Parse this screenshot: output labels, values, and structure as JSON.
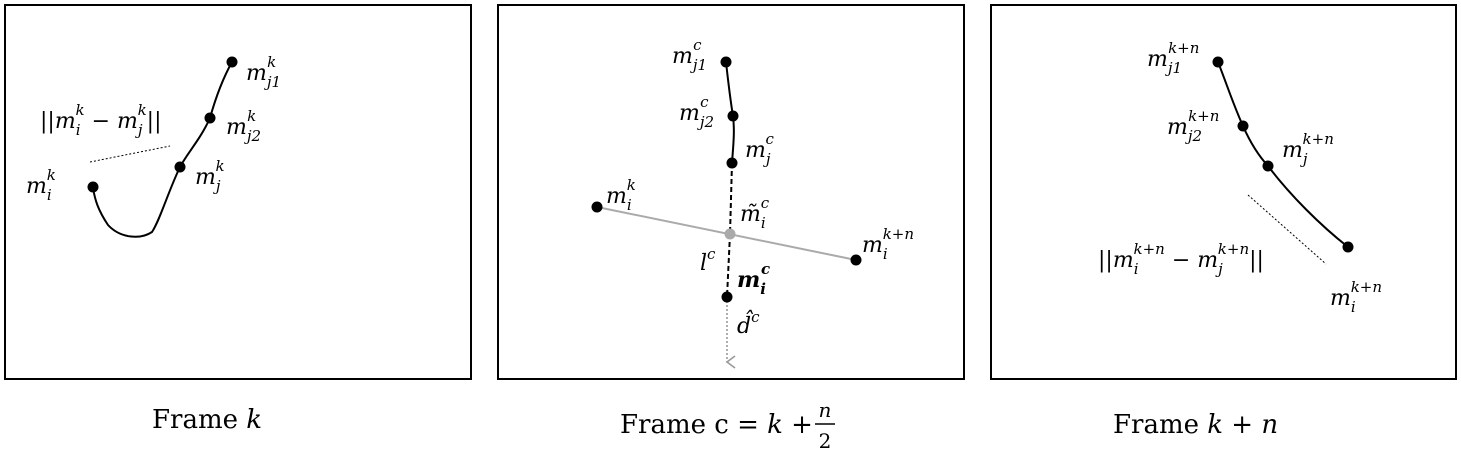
{
  "panels": [
    {
      "caption_prefix": "Frame ",
      "caption_math": "k",
      "points": {
        "mj1": {
          "base": "m",
          "sub": "j1",
          "sup": "k"
        },
        "mj2": {
          "base": "m",
          "sub": "j2",
          "sup": "k"
        },
        "mj": {
          "base": "m",
          "sub": "j",
          "sup": "k"
        },
        "mi": {
          "base": "m",
          "sub": "i",
          "sup": "k"
        }
      },
      "distance": {
        "open": "||",
        "base1": "m",
        "sub1": "i",
        "sup1": "k",
        "minus": " − ",
        "base2": "m",
        "sub2": "j",
        "sup2": "k",
        "close": "||"
      }
    },
    {
      "caption_prefix": "Frame c = ",
      "caption_math": "k + ",
      "caption_frac_num": "n",
      "caption_frac_den": "2",
      "points": {
        "mj1": {
          "base": "m",
          "sub": "j1",
          "sup": "c"
        },
        "mj2": {
          "base": "m",
          "sub": "j2",
          "sup": "c"
        },
        "mj": {
          "base": "m",
          "sub": "j",
          "sup": "c"
        },
        "mik": {
          "base": "m",
          "sub": "i",
          "sup": "k"
        },
        "mi_tilde": {
          "base": "m̃",
          "sub": "i",
          "sup": "c"
        },
        "mikn": {
          "base": "m",
          "sub": "i",
          "sup": "k+n"
        },
        "mi_bold": {
          "base": "m",
          "sub": "i",
          "sup": "c"
        }
      },
      "line_label": {
        "base": "l",
        "sup": "c"
      },
      "dir_label": {
        "base": "d̂",
        "sup": "c"
      }
    },
    {
      "caption_prefix": "Frame ",
      "caption_math": "k + n",
      "points": {
        "mj1": {
          "base": "m",
          "sub": "j1",
          "sup": "k+n"
        },
        "mj2": {
          "base": "m",
          "sub": "j2",
          "sup": "k+n"
        },
        "mj": {
          "base": "m",
          "sub": "j",
          "sup": "k+n"
        },
        "mi": {
          "base": "m",
          "sub": "i",
          "sup": "k+n"
        }
      },
      "distance": {
        "open": "||",
        "base1": "m",
        "sub1": "i",
        "sup1": "k+n",
        "minus": " − ",
        "base2": "m",
        "sub2": "j",
        "sup2": "k+n",
        "close": "||"
      }
    }
  ]
}
